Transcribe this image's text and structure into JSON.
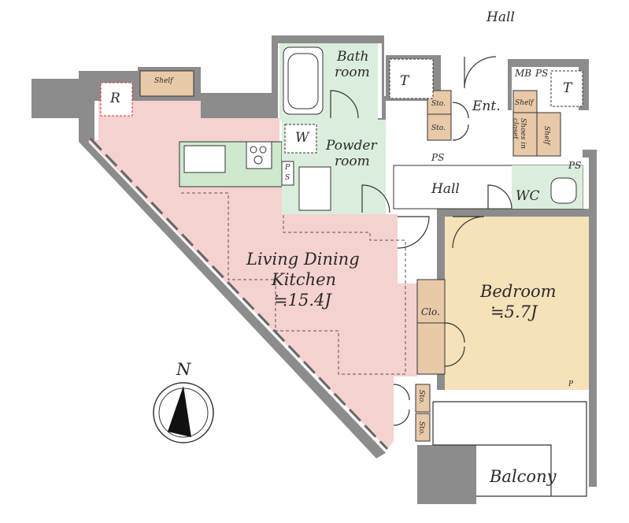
{
  "colors": {
    "living": "#f4d2cf",
    "bedroom": "#f5e2b8",
    "wet": "#dbeedd",
    "storage": "#e8c9a8",
    "wall": "#8c8c8c",
    "kitchen": "#cfe9cf"
  },
  "labels": {
    "hall_top": "Hall",
    "bath": "Bath",
    "room": "room",
    "powder": "Powder",
    "powder_room": "room",
    "w": "W",
    "t1": "T",
    "t2": "T",
    "mb": "MB",
    "ps_top": "PS",
    "shelf_top": "Shelf",
    "r": "R",
    "sto1": "Sto.",
    "sto2": "Sto.",
    "ent": "Ent.",
    "shelf_ent": "Shelf",
    "shoes": "Shoes in",
    "closet": "closet",
    "shelf_side": "Shelf",
    "ps_mid": "PS",
    "ps_right": "PS",
    "ps_kitchen_p": "P",
    "ps_kitchen_s": "S",
    "hall_mid": "Hall",
    "wc": "WC",
    "ldk1": "Living Dining",
    "ldk2": "Kitchen",
    "ldk3": "≒15.4J",
    "bed1": "Bedroom",
    "bed2": "≒5.7J",
    "clo": "Clo.",
    "sto3": "Sto.",
    "sto4": "Sto.",
    "p_bed": "P",
    "compass": "N",
    "balcony": "Balcony"
  }
}
